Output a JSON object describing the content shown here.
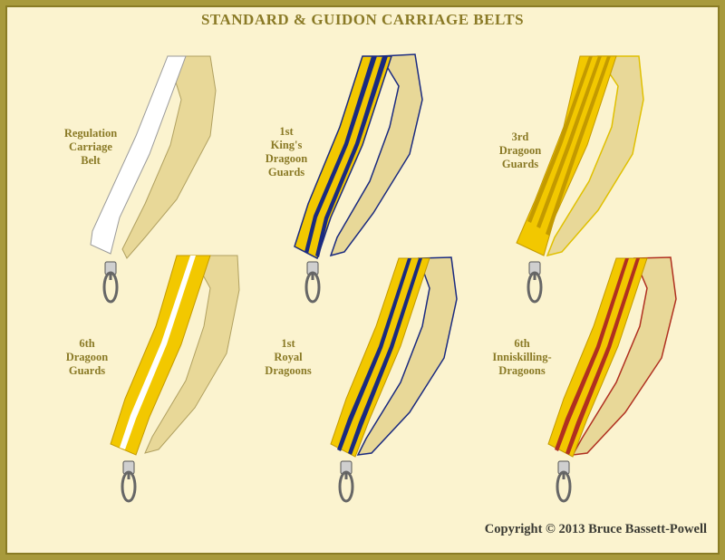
{
  "title": "STANDARD & GUIDON CARRIAGE BELTS",
  "copyright": "Copyright © 2013 Bruce Bassett-Powell",
  "colors": {
    "gold": "#f2c800",
    "gold_dark": "#c39a00",
    "khaki": "#e8d898",
    "navy": "#1a2a80",
    "scarlet": "#b03020",
    "white": "#ffffff",
    "background": "#fbf3cf",
    "frame": "#a89a3c",
    "text": "#8a7a26"
  },
  "belts": [
    {
      "id": "regulation",
      "lines": [
        "Regulation",
        "Carriage",
        "Belt"
      ],
      "pattern": "white-plain"
    },
    {
      "id": "1st-kings",
      "lines": [
        "1st",
        "King's",
        "Dragoon",
        "Guards"
      ],
      "pattern": "gold-navy-stripes"
    },
    {
      "id": "3rd",
      "lines": [
        "3rd",
        "Dragoon",
        "Guards"
      ],
      "pattern": "gold-multi-stripes"
    },
    {
      "id": "6th-dg",
      "lines": [
        "6th",
        "Dragoon",
        "Guards"
      ],
      "pattern": "gold-white-center"
    },
    {
      "id": "1st-royal",
      "lines": [
        "1st",
        "Royal",
        "Dragoons"
      ],
      "pattern": "gold-navy-thin"
    },
    {
      "id": "6th-inniskilling",
      "lines": [
        "6th",
        "Inniskilling-",
        "Dragoons"
      ],
      "pattern": "gold-red-stripes"
    }
  ]
}
